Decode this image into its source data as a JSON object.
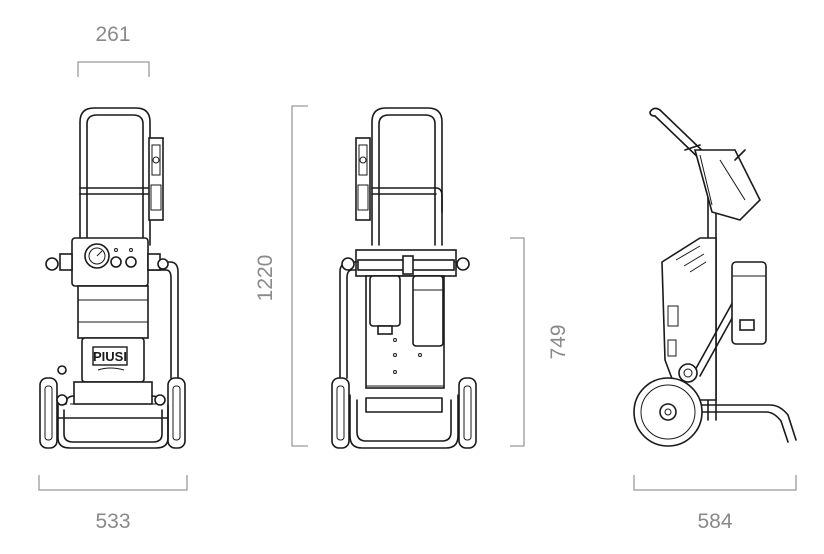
{
  "dimensions": {
    "front_handle_width": "261",
    "front_base_width": "533",
    "total_height": "1220",
    "tank_height": "749",
    "side_depth": "584"
  },
  "logo": {
    "brand": "PIUSI"
  },
  "colors": {
    "line": "#1a1a1a",
    "dimension": "#8a8a8a",
    "background": "#ffffff"
  }
}
